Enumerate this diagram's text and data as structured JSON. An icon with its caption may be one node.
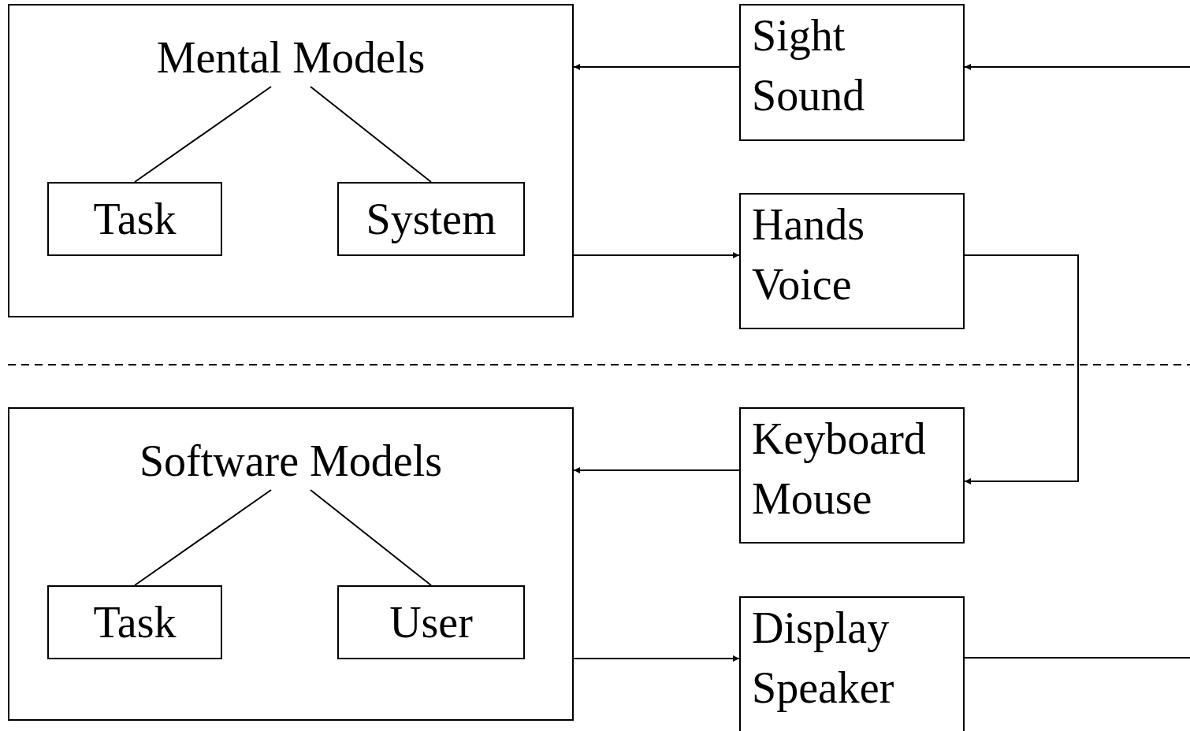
{
  "diagram": {
    "nodes": [
      {
        "text": [],
        "shape": "box"
      },
      {
        "text": [
          "Mental Models"
        ],
        "in": 0
      },
      {
        "text": [
          "Task"
        ],
        "in": 0
      },
      {
        "text": [
          "System"
        ],
        "in": 0
      },
      {
        "text": [
          "Sight Sound"
        ]
      },
      {
        "text": [
          "Hands Voice"
        ]
      },
      {
        "text": [],
        "shape": "box"
      },
      {
        "text": [
          "Software Models"
        ],
        "in": 6
      },
      {
        "text": [
          "Task"
        ],
        "in": 6
      },
      {
        "text": [
          "User"
        ],
        "in": 6
      },
      {
        "text": [
          "Keyboard Mouse"
        ]
      },
      {
        "text": [
          "Display Speaker"
        ]
      }
    ],
    "edges": [
      {
        "from": 1,
        "to": 2,
        "arrow": "none"
      },
      {
        "from": 1,
        "to": 3,
        "arrow": "none"
      },
      {
        "from": 4,
        "to": 0,
        "arrow": "to"
      },
      {
        "from": null,
        "to": 4,
        "arrow": "to"
      },
      {
        "from": 0,
        "to": 5,
        "arrow": "to"
      },
      {
        "from": 5,
        "to": 10,
        "arrow": "to"
      },
      {
        "from": 7,
        "to": 8,
        "arrow": "none"
      },
      {
        "from": 7,
        "to": 9,
        "arrow": "none"
      },
      {
        "from": 10,
        "to": 6,
        "arrow": "to"
      },
      {
        "from": 6,
        "to": 11,
        "arrow": "to"
      },
      {
        "from": 11,
        "to": null,
        "arrow": "none"
      }
    ]
  }
}
